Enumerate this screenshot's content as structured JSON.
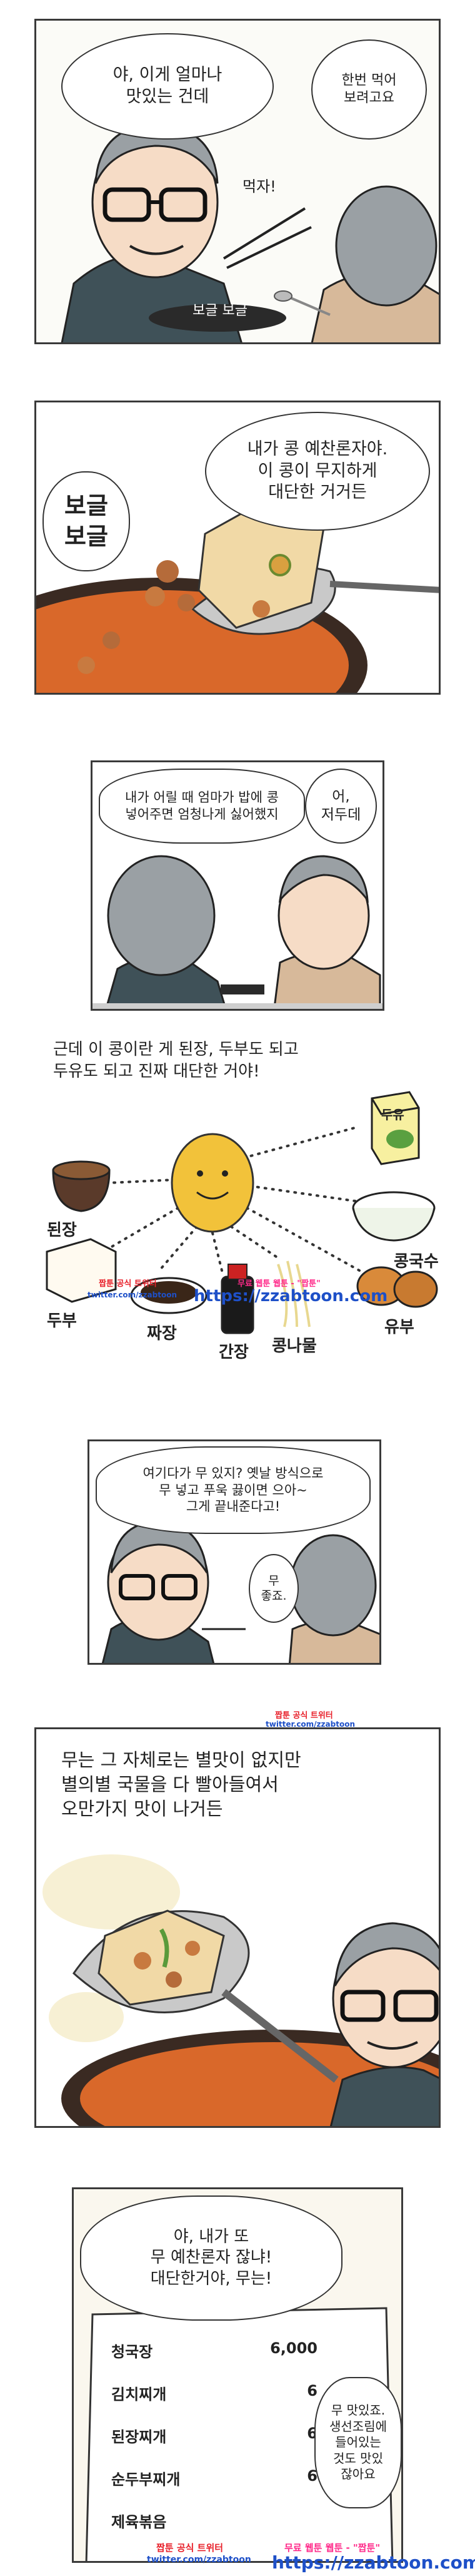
{
  "panels": {
    "p1": {
      "bubble_left": "야, 이게 얼마나\n맛있는 건데",
      "bubble_right": "한번 먹어\n보려고요",
      "sfx_eat": "먹자!",
      "sfx_boil": "보글 보글"
    },
    "p2": {
      "bubble": "내가 콩 예찬론자야.\n이 콩이 무지하게\n대단한 거거든",
      "sfx_boil": "보글\n보글"
    },
    "p3": {
      "bubble_left": "내가 어릴 때 엄마가 밥에 콩\n넣어주면 엄청나게 싫어했지",
      "bubble_right": "어,\n저두데"
    },
    "p4": {
      "caption": "근데 이 콩이란 게 된장, 두부도 되고\n두유도 되고 진짜 대단한 거야!",
      "items": [
        {
          "label": "된장"
        },
        {
          "label": "두부"
        },
        {
          "label": "짜장"
        },
        {
          "label": "간장"
        },
        {
          "label": "콩나물"
        },
        {
          "label": "유부"
        },
        {
          "label": "콩국수"
        },
        {
          "label": "두유"
        }
      ]
    },
    "p5": {
      "bubble_left": "여기다가 무 있지? 옛날 방식으로\n무 넣고 푸욱 끓이면 으아~\n그게 끝내준다고!",
      "bubble_right": "무\n좋죠."
    },
    "p6": {
      "caption": "무는 그 자체로는 별맛이 없지만\n별의별 국물을 다 빨아들여서\n오만가지 맛이 나거든"
    },
    "p7": {
      "bubble_left": "야, 내가 또\n무 예찬론자 잖냐!\n대단한거야, 무는!",
      "bubble_right": "무 맛있죠.\n생선조림에\n들어있는\n것도 맛있\n잖아요",
      "menu": [
        {
          "name": "청국장",
          "price": "6,000"
        },
        {
          "name": "김치찌개",
          "price": "6"
        },
        {
          "name": "된장찌개",
          "price": "6"
        },
        {
          "name": "순두부찌개",
          "price": "6"
        },
        {
          "name": "제육볶음",
          "price": ""
        }
      ]
    }
  },
  "watermarks": {
    "cn_small": "짭툰 공식 트위터",
    "twitter": "twitter.com/zzabtoon",
    "cn_tag": "무료 웹툰 웹툰 - \"짭툰\"",
    "url": "https://zzabtoon.com"
  },
  "colors": {
    "border": "#3a3a3a",
    "soup": "#d9682a",
    "tofu": "#f1d9a6",
    "watermark_red": "#e8202a",
    "watermark_blue": "#1e50c8",
    "watermark_pink": "#ff2a8a",
    "watermark_yellow": "#f4e100"
  }
}
